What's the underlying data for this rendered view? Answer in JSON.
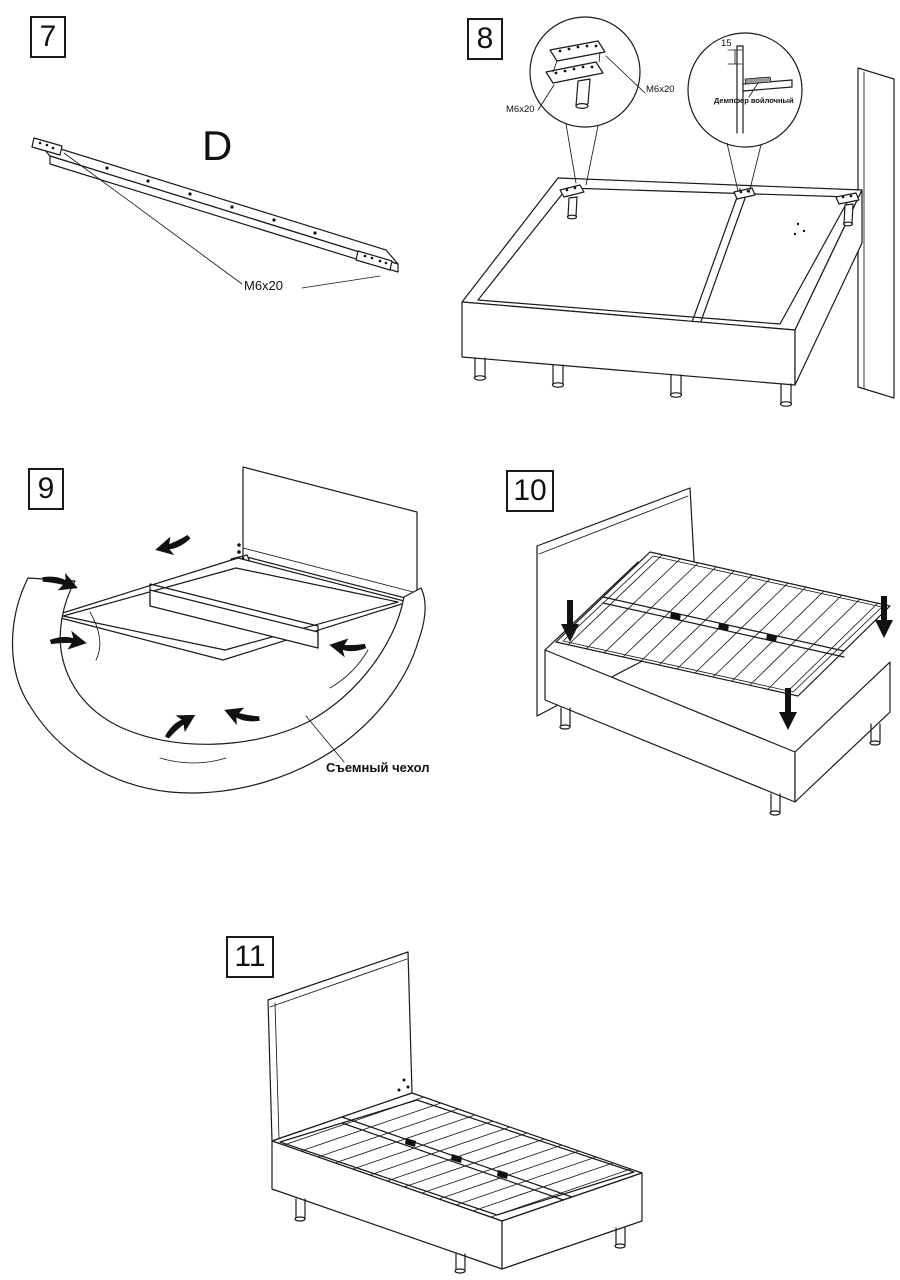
{
  "colors": {
    "line": "#1a1a1a",
    "paper": "#ffffff",
    "arrow": "#111111"
  },
  "steps": {
    "s7": {
      "number": "7",
      "part_label": "D",
      "screw_label": "М6х20"
    },
    "s8": {
      "number": "8",
      "screw_label_a": "М6х20",
      "screw_label_b": "М6х20",
      "gap_dimension": "15",
      "damper_label": "Демпфер войлочный"
    },
    "s9": {
      "number": "9",
      "cover_label": "Съемный чехол"
    },
    "s10": {
      "number": "10"
    },
    "s11": {
      "number": "11"
    }
  }
}
